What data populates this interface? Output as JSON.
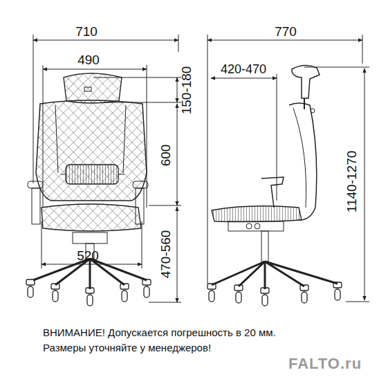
{
  "diagram": {
    "labels": [
      "710",
      "490",
      "150-180",
      "600",
      "470-560",
      "520",
      "770",
      "420-470",
      "1140-1270",
      "ВНИМАНИЕ! Допускается погрешность в 20 мм.",
      "Размеры уточняйте у менеджеров!",
      "FALTO.ru"
    ]
  }
}
